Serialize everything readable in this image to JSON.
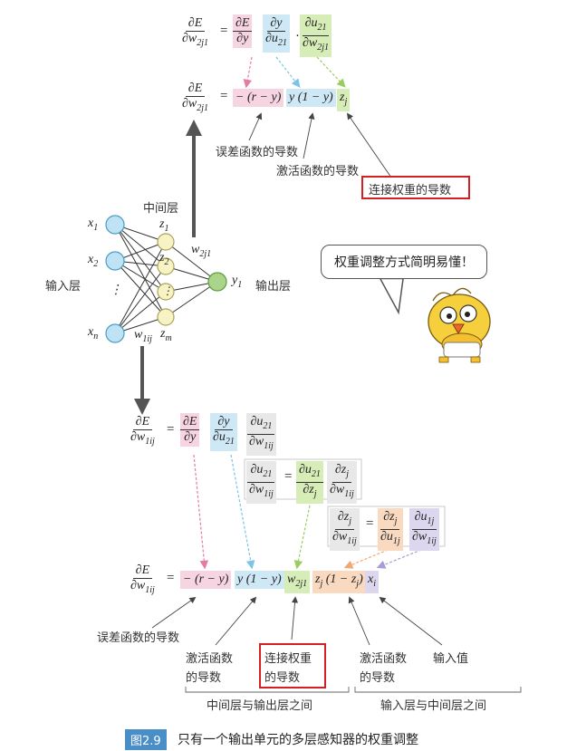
{
  "labels": {
    "middle_layer": "中间层",
    "input_layer": "输入层",
    "output_layer": "输出层",
    "error_deriv_top": "误差函数的导数",
    "act_deriv_top": "激活函数的导数",
    "weight_deriv_top": "连接权重的导数",
    "bubble": "权重调整方式简明易懂！",
    "error_deriv_bottom": "误差函数的导数",
    "act_deriv_bottom_1": "激活函数",
    "act_deriv_bottom_2": "的导数",
    "weight_deriv_bottom_1": "连接权重",
    "weight_deriv_bottom_2": "的导数",
    "act_deriv_bottom2_1": "激活函数",
    "act_deriv_bottom2_2": "的导数",
    "input_value": "输入值",
    "between_mid_out": "中间层与输出层之间",
    "between_in_mid": "输入层与中间层之间"
  },
  "caption": {
    "tag": "图2.9",
    "text": "只有一个输出单元的多层感知器的权重调整"
  },
  "nodes": {
    "x1": "x",
    "x1_sub": "1",
    "x2": "x",
    "x2_sub": "2",
    "xn": "x",
    "xn_sub": "n",
    "z1": "z",
    "z1_sub": "1",
    "z2": "z",
    "z2_sub": "2",
    "zm": "z",
    "zm_sub": "m",
    "y1": "y",
    "y1_sub": "1",
    "w2j1": "w",
    "w2j1_sub": "2j1",
    "w1ij": "w",
    "w1ij_sub": "1ij",
    "dots": "⋮"
  },
  "equations": {
    "dE": "∂E",
    "dy": "∂y",
    "du21": "∂u",
    "du21_sub": "21",
    "dw2j1": "∂w",
    "dw2j1_sub": "2j1",
    "dw1ij": "∂w",
    "dw1ij_sub": "1ij",
    "dzj": "∂z",
    "dzj_sub": "j",
    "du1j": "∂u",
    "du1j_sub": "1j",
    "eq": "=",
    "dot": "·",
    "t_r_y": "− (r − y)",
    "t_y_1y": "y (1 − y)",
    "t_zj": "z",
    "t_zj_sub": "j",
    "t_w2j1": "w",
    "t_w2j1_sub": "2j1",
    "t_zj_1zj": "z",
    "t_zj_1zj_sub": "j",
    "t_zj_1zj_rest": "(1 − z",
    "t_zj_1zj_sub2": "j",
    "t_zj_1zj_end": ")",
    "t_xi": "x",
    "t_xi_sub": "i"
  },
  "colors": {
    "pink": "#f7d4e2",
    "blue": "#cfe8f6",
    "green": "#d7edb8",
    "orange": "#f9d9bf",
    "purple": "#dcd6ee",
    "node_blue": "#bfe3f5",
    "node_yellow": "#f7f3c4",
    "node_green": "#a9d48a",
    "red_box": "#d42020",
    "caption_tag": "#4a8ec8"
  }
}
